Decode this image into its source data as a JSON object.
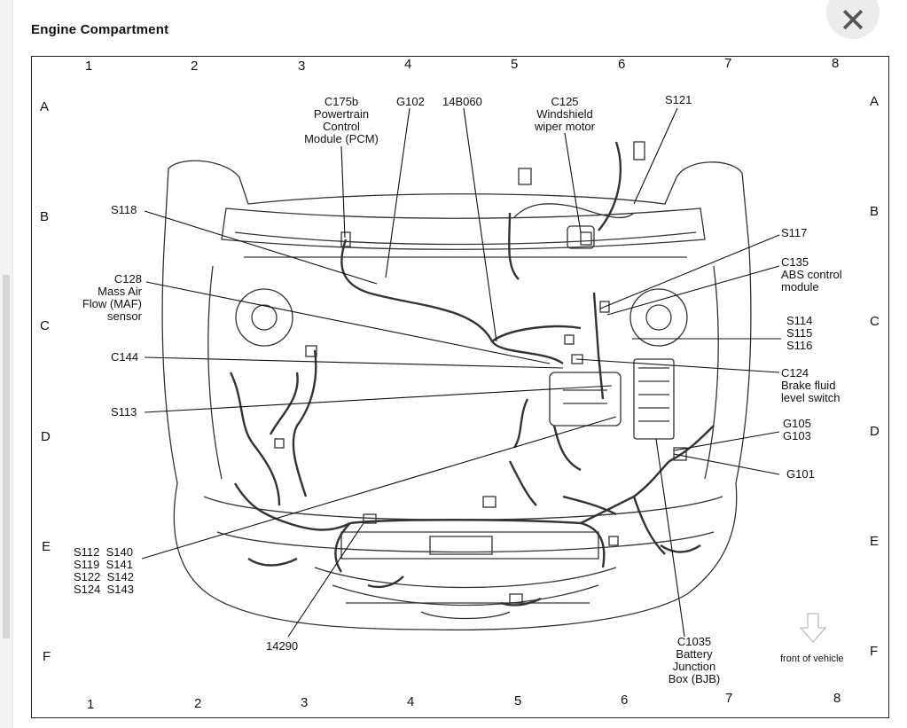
{
  "page": {
    "title": "Engine Compartment",
    "close_icon": "close-icon"
  },
  "grid": {
    "columns": [
      "1",
      "2",
      "3",
      "4",
      "5",
      "6",
      "7",
      "8"
    ],
    "rows": [
      "A",
      "B",
      "C",
      "D",
      "E",
      "F"
    ]
  },
  "callouts": {
    "c175b": [
      "C175b",
      "Powertrain",
      "Control",
      "Module (PCM)"
    ],
    "g102": "G102",
    "14b060": "14B060",
    "c125": [
      "C125",
      "Windshield",
      "wiper motor"
    ],
    "s121": "S121",
    "s118": "S118",
    "s117": "S117",
    "c135": [
      "C135",
      "ABS control",
      "module"
    ],
    "c128": [
      "C128",
      "Mass Air",
      "Flow (MAF)",
      "sensor"
    ],
    "s114_group": [
      "S114",
      "S115",
      "S116"
    ],
    "c144": "C144",
    "c124": [
      "C124",
      "Brake fluid",
      "level switch"
    ],
    "s113": "S113",
    "g105_group": [
      "G105",
      "G103"
    ],
    "g101": "G101",
    "splice_group": [
      "S112  S140",
      "S119  S141",
      "S122  S142",
      "S124  S143"
    ],
    "14290": "14290",
    "c1035": [
      "C1035",
      "Battery",
      "Junction",
      "Box (BJB)"
    ],
    "front_of_vehicle": "front of vehicle"
  }
}
